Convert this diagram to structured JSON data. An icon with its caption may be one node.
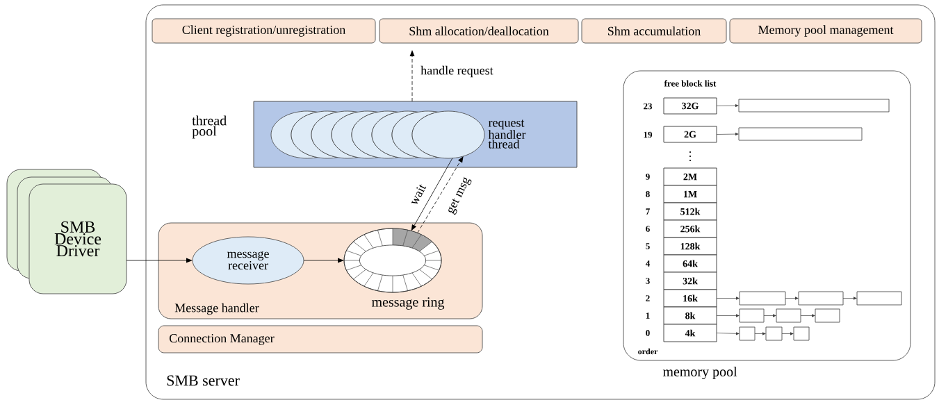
{
  "diagram": {
    "nodes": [
      {
        "text": [
          "SMB server"
        ]
      },
      {
        "text": [
          "Client registration/unregistration"
        ],
        "in": 0
      },
      {
        "text": [
          "Shm allocation/deallocation"
        ],
        "in": 0
      },
      {
        "text": [
          "Shm accumulation"
        ],
        "in": 0
      },
      {
        "text": [
          "Memory pool management"
        ],
        "in": 0
      },
      {
        "text": [
          "thread pool"
        ],
        "in": 0
      },
      {
        "text": [],
        "shape": "ellipse",
        "in": 5
      },
      {
        "text": [],
        "shape": "ellipse",
        "in": 5
      },
      {
        "text": [],
        "shape": "ellipse",
        "in": 5
      },
      {
        "text": [],
        "shape": "ellipse",
        "in": 5
      },
      {
        "text": [],
        "shape": "ellipse",
        "in": 5
      },
      {
        "text": [],
        "shape": "ellipse",
        "in": 5
      },
      {
        "text": [],
        "shape": "ellipse",
        "in": 5
      },
      {
        "text": [],
        "shape": "ellipse",
        "in": 5,
        "beside": [
          "request handler thread"
        ]
      },
      {
        "text": [
          "Message handler"
        ],
        "in": 0
      },
      {
        "text": [
          "message receiver"
        ],
        "in": 14
      },
      {
        "text": [],
        "shape": "ring",
        "in": 14,
        "beside": [
          "message ring"
        ]
      },
      {
        "text": [
          "Connection Manager"
        ],
        "in": 0
      },
      {
        "text": [
          "memory pool"
        ],
        "in": 0
      },
      {
        "text": [
          "32G"
        ],
        "in": 18
      },
      {
        "text": [
          "2G"
        ],
        "in": 18
      },
      {
        "text": [
          "2M"
        ],
        "in": 18
      },
      {
        "text": [
          "1M"
        ],
        "in": 18
      },
      {
        "text": [
          "512k"
        ],
        "in": 18
      },
      {
        "text": [
          "256k"
        ],
        "in": 18
      },
      {
        "text": [
          "128k"
        ],
        "in": 18
      },
      {
        "text": [
          "64k"
        ],
        "in": 18
      },
      {
        "text": [
          "32k"
        ],
        "in": 18
      },
      {
        "text": [
          "16k"
        ],
        "in": 18
      },
      {
        "text": [
          "8k"
        ],
        "in": 18
      },
      {
        "text": [
          "4k"
        ],
        "in": 18
      },
      {
        "text": [],
        "shape": "box",
        "in": 18
      },
      {
        "text": [],
        "shape": "box",
        "in": 18
      },
      {
        "text": [],
        "shape": "box",
        "in": 18
      },
      {
        "text": [],
        "shape": "box",
        "in": 18
      },
      {
        "text": [],
        "shape": "box",
        "in": 18
      },
      {
        "text": [],
        "shape": "box",
        "in": 18
      },
      {
        "text": [],
        "shape": "box",
        "in": 18
      },
      {
        "text": [],
        "shape": "box",
        "in": 18
      },
      {
        "text": [],
        "shape": "box",
        "in": 18
      },
      {
        "text": [],
        "shape": "box",
        "in": 18
      },
      {
        "text": [],
        "shape": "box",
        "in": 18
      },
      {
        "text": [
          "SMB Device Driver"
        ]
      }
    ],
    "edges": [
      {
        "from": 42,
        "to": 15,
        "arrow": "to"
      },
      {
        "from": 15,
        "to": 16,
        "arrow": "to"
      },
      {
        "from": 13,
        "to": 16,
        "arrow": "to",
        "label": "wait"
      },
      {
        "from": 16,
        "to": 13,
        "arrow": "to",
        "label": "get msg",
        "style": "dashed"
      },
      {
        "from": 5,
        "to": 2,
        "arrow": "to",
        "label": "handle request",
        "style": "dashed"
      },
      {
        "from": 19,
        "to": 31,
        "arrow": "to"
      },
      {
        "from": 20,
        "to": 32,
        "arrow": "to"
      },
      {
        "from": 28,
        "to": 33,
        "arrow": "to"
      },
      {
        "from": 33,
        "to": 34,
        "arrow": "to"
      },
      {
        "from": 34,
        "to": 35,
        "arrow": "to"
      },
      {
        "from": 29,
        "to": 36,
        "arrow": "to"
      },
      {
        "from": 36,
        "to": 37,
        "arrow": "to"
      },
      {
        "from": 37,
        "to": 38,
        "arrow": "to"
      },
      {
        "from": 30,
        "to": 39,
        "arrow": "to"
      },
      {
        "from": 39,
        "to": 40,
        "arrow": "to"
      },
      {
        "from": 40,
        "to": 41,
        "arrow": "to"
      }
    ],
    "labels": [
      "free block list",
      "23",
      "19",
      "9",
      "8",
      "7",
      "6",
      "5",
      "4",
      "3",
      "2",
      "1",
      "0",
      "order"
    ]
  }
}
